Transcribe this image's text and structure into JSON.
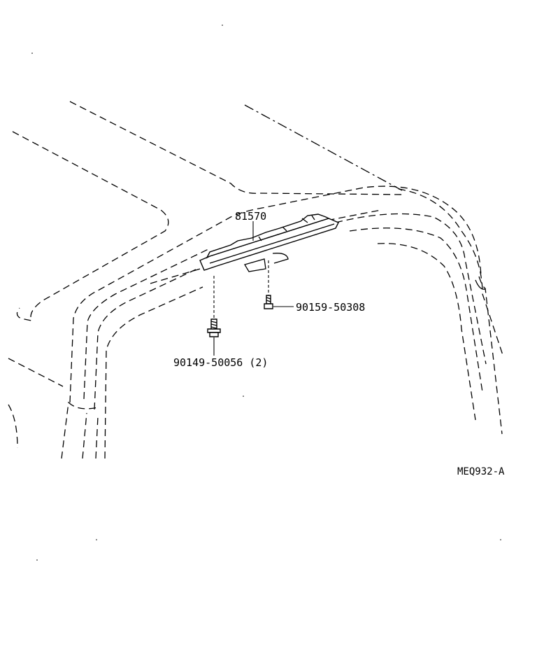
{
  "diagram": {
    "callouts": {
      "lamp_assembly": "81570",
      "screw_center": "90159-50308",
      "screw_left": "90149-50056 (2)"
    },
    "reference_code": "MEQ932-A"
  },
  "colors": {
    "ink": "#000000",
    "paper": "#ffffff"
  }
}
